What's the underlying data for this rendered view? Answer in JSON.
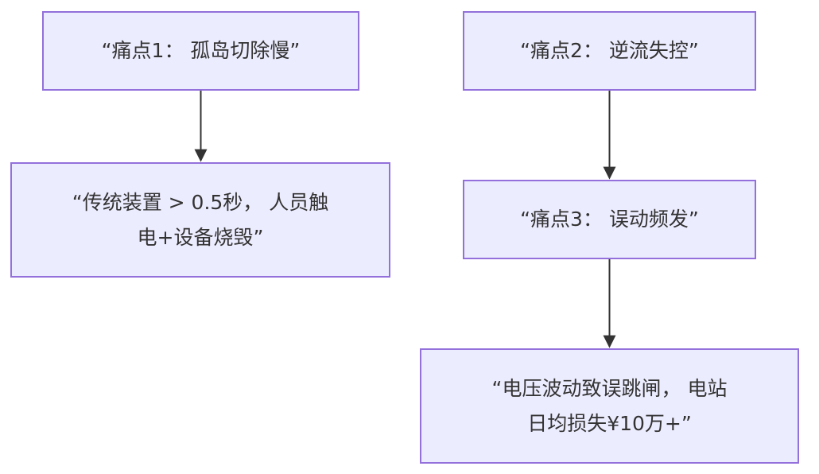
{
  "diagram": {
    "nodes": [
      {
        "id": "p1",
        "label": "“痛点1： 孤岛切除慢”"
      },
      {
        "id": "d1",
        "label": "“传统装置 > 0.5秒， 人员触\n电+设备烧毁”"
      },
      {
        "id": "p2",
        "label": "“痛点2： 逆流失控”"
      },
      {
        "id": "p3",
        "label": "“痛点3： 误动频发”"
      },
      {
        "id": "d3",
        "label": "“电压波动致误跳闸， 电站\n日均损失¥10万+”"
      }
    ],
    "edges": [
      {
        "from": "p1",
        "to": "d1"
      },
      {
        "from": "p2",
        "to": "p3"
      },
      {
        "from": "p3",
        "to": "d3"
      }
    ],
    "colors": {
      "node_fill": "#ececff",
      "node_border": "#9370db",
      "edge": "#333333",
      "text": "#333333"
    }
  }
}
